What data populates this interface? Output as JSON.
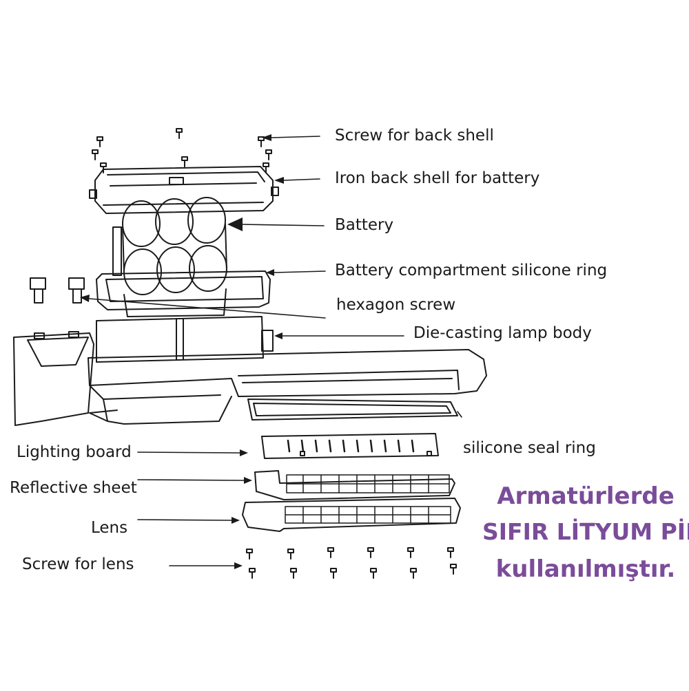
{
  "labels": {
    "screw_back_shell": "Screw for back shell",
    "iron_back_shell": "Iron back shell for battery",
    "battery": "Battery",
    "battery_ring": "Battery compartment silicone ring",
    "hexagon_screw": "hexagon screw",
    "lamp_body": "Die-casting lamp body",
    "seal_ring": "silicone seal ring",
    "lighting_board": "Lighting board",
    "reflective_sheet": "Reflective sheet",
    "lens": "Lens",
    "screw_lens": "Screw for lens"
  },
  "notice": {
    "line1": "Armatürlerde",
    "line2": "SIFIR LİTYUM PİL",
    "line3": "kullanılmıştır."
  },
  "colors": {
    "line": "#1a1a1a",
    "notice": "#7b4c9a",
    "background": "#ffffff"
  }
}
